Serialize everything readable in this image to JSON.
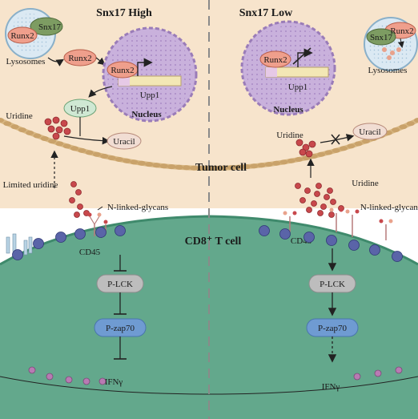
{
  "panels": {
    "left_title": "Snx17 High",
    "right_title": "Snx17 Low"
  },
  "cell_labels": {
    "tumor": "Tumor cell",
    "tcell": "CD8⁺ T cell"
  },
  "left": {
    "snx17": "Snx17",
    "runx2_lyso": "Runx2",
    "lysosomes": "Lysosomes",
    "runx2_free": "Runx2",
    "runx2_nuc": "Runx2",
    "upp1_gene": "Upp1",
    "nucleus": "Nucleus",
    "upp1_protein": "Upp1",
    "uridine": "Uridine",
    "uracil": "Uracil",
    "limited_uridine": "Limited uridine",
    "glycans": "N-linked-glycans",
    "cd45": "CD45",
    "plck": "P-LCK",
    "pzap70": "P-zap70",
    "ifng": "IFNγ"
  },
  "right": {
    "runx2_free": "Runx2",
    "upp1_gene": "Upp1",
    "nucleus": "Nucleus",
    "snx17": "Snx17",
    "runx2_lyso": "Runx2",
    "lysosomes": "Lysosomes",
    "uridine_tumor": "Uridine",
    "uracil": "Uracil",
    "uridine_ext": "Uridine",
    "glycans": "N-linked-glycans",
    "cd45": "CD45",
    "plck": "P-LCK",
    "pzap70": "P-zap70",
    "ifng": "IFNγ"
  },
  "colors": {
    "tumor_fill": "#f7e4cc",
    "tcell_fill": "#63a88c",
    "membrane": "#d8b782",
    "nucleus": "#c9b1dc",
    "runx2": "#ef9f8c",
    "snx17": "#7d9c62",
    "plck": "#bdbdbd",
    "pzap70": "#6f9bd2",
    "uridine": "#c8484c",
    "cd45": "#5a64a8"
  }
}
